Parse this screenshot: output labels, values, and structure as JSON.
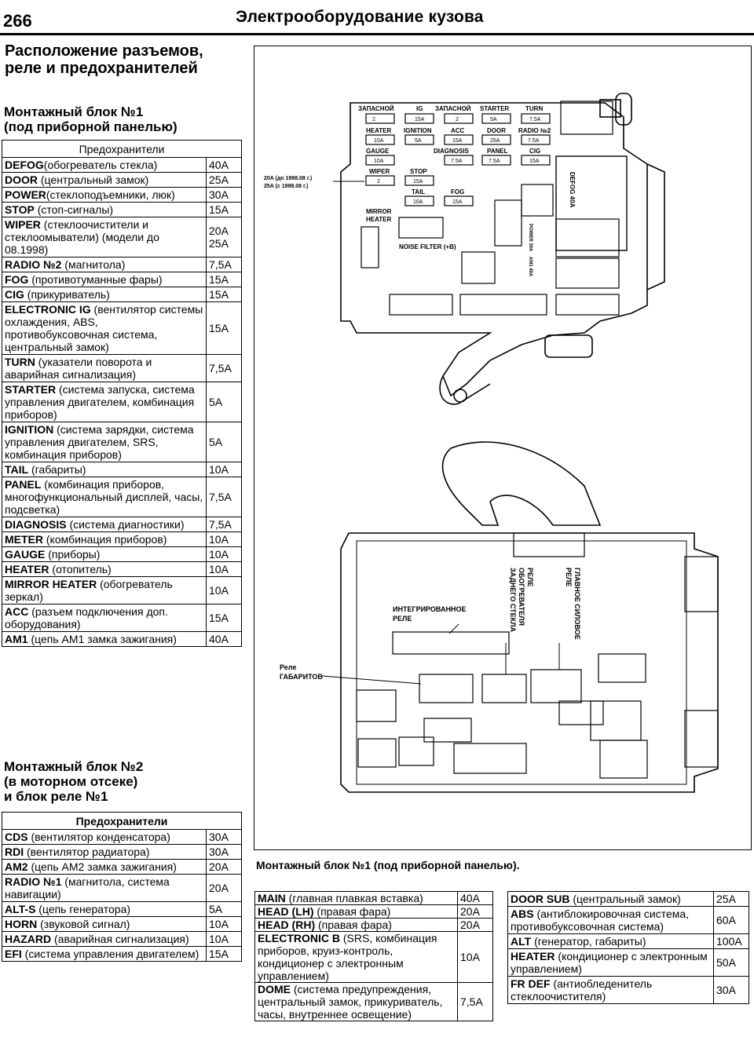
{
  "header": {
    "page_number": "266",
    "title": "Электрооборудование кузова"
  },
  "section_title": "Расположение разъемов, реле и предохранителей",
  "block1": {
    "title_line1": "Монтажный блок №1",
    "title_line2": "(под приборной панелью)",
    "table_header": "Предохранители",
    "rows": [
      {
        "code": "DEFOG",
        "desc": "(обогреватель стекла)",
        "amp": "40A"
      },
      {
        "code": "DOOR",
        "desc": " (центральный замок)",
        "amp": "25A"
      },
      {
        "code": "POWER",
        "desc": "(стеклоподъемники, люк)",
        "amp": "30A"
      },
      {
        "code": "STOP",
        "desc": " (стоп-сигналы)",
        "amp": "15A"
      },
      {
        "code": "WIPER",
        "desc": " (стеклоочистители и стеклоомыватели) (модели до 08.1998)",
        "amp": "20A 25A"
      },
      {
        "code": "RADIO №2",
        "desc": " (магнитола)",
        "amp": "7,5A"
      },
      {
        "code": "FOG",
        "desc": " (противотуманные фары)",
        "amp": "15A"
      },
      {
        "code": "CIG",
        "desc": " (прикуриватель)",
        "amp": "15A"
      },
      {
        "code": "ELECTRONIC IG",
        "desc": " (вентилятор системы охлаждения, ABS, противобуксовочная система, центральный замок)",
        "amp": "15A"
      },
      {
        "code": "TURN",
        "desc": " (указатели поворота и аварийная сигнализация)",
        "amp": "7,5A"
      },
      {
        "code": "STARTER",
        "desc": " (система запуска, система управления двигателем, комбинация приборов)",
        "amp": "5A"
      },
      {
        "code": "IGNITION",
        "desc": " (система зарядки, система управления двигателем, SRS, комбинация приборов)",
        "amp": "5A"
      },
      {
        "code": "TAIL",
        "desc": " (габариты)",
        "amp": "10A"
      },
      {
        "code": "PANEL",
        "desc": " (комбинация приборов, многофункциональный дисплей, часы, подсветка)",
        "amp": "7,5A"
      },
      {
        "code": "DIAGNOSIS",
        "desc": " (система диагностики)",
        "amp": "7,5A"
      },
      {
        "code": "METER",
        "desc": " (комбинация приборов)",
        "amp": "10A"
      },
      {
        "code": "GAUGE",
        "desc": " (приборы)",
        "amp": "10A"
      },
      {
        "code": "HEATER",
        "desc": " (отопитель)",
        "amp": "10A"
      },
      {
        "code": "MIRROR HEATER",
        "desc": " (обогреватель зеркал)",
        "amp": "10A"
      },
      {
        "code": "ACC",
        "desc": " (разъем подключения доп. оборудования)",
        "amp": "15A"
      },
      {
        "code": "AM1",
        "desc": " (цепь AM1 замка зажигания)",
        "amp": "40A"
      }
    ]
  },
  "block2": {
    "title_line1": "Монтажный блок №2",
    "title_line2": "(в моторном отсеке)",
    "title_line3": "и блок реле №1",
    "table_header": "Предохранители",
    "rows": [
      {
        "code": "CDS",
        "desc": " (вентилятор конденсатора)",
        "amp": "30A"
      },
      {
        "code": "RDI",
        "desc": " (вентилятор радиатора)",
        "amp": "30A"
      },
      {
        "code": "AM2",
        "desc": " (цепь AM2 замка зажигания)",
        "amp": "20A"
      },
      {
        "code": "RADIO №1",
        "desc": " (магнитола, система навигации)",
        "amp": "20A"
      },
      {
        "code": "ALT-S",
        "desc": " (цепь генератора)",
        "amp": "5A"
      },
      {
        "code": "HORN",
        "desc": " (звуковой сигнал)",
        "amp": "10A"
      },
      {
        "code": "HAZARD",
        "desc": " (аварийная сигнализация)",
        "amp": "10A"
      },
      {
        "code": "EFI",
        "desc": " (система управления двигателем)",
        "amp": "15A"
      }
    ]
  },
  "bottom_mid": [
    {
      "code": "MAIN",
      "desc": " (главная плавкая вставка)",
      "amp": "40A"
    },
    {
      "code": "HEAD (LH)",
      "desc": " (правая фара)",
      "amp": "20A"
    },
    {
      "code": "HEAD (RH)",
      "desc": " (правая фара)",
      "amp": "20A"
    },
    {
      "code": "ELECTRONIC B",
      "desc": " (SRS, комбинация приборов, круиз-контроль, кондиционер с электронным управлением)",
      "amp": "10A"
    },
    {
      "code": "DOME",
      "desc": " (система предупреждения, центральный замок, прикуриватель, часы, внутреннее освещение)",
      "amp": "7,5A"
    }
  ],
  "bottom_right": [
    {
      "code": "DOOR SUB",
      "desc": " (центральный замок)",
      "amp": "25A"
    },
    {
      "code": "ABS",
      "desc": " (антиблокировочная система, противобуксовочная система)",
      "amp": "60A"
    },
    {
      "code": "ALT",
      "desc": " (генератор, габариты)",
      "amp": "100A"
    },
    {
      "code": "HEATER",
      "desc": " (кондиционер с электронным управлением)",
      "amp": "50A"
    },
    {
      "code": "FR DEF",
      "desc": " (антиобледенитель стеклоочистителя)",
      "amp": "30A"
    }
  ],
  "diagram": {
    "caption": "Монтажный блок №1 (под приборной панелью).",
    "fuse_labels": [
      "ЗАПАСНОЙ",
      "IG",
      "ЗАПАСНОЙ",
      "STARTER",
      "TURN",
      "HEATER",
      "IGNITION",
      "ACC",
      "DOOR",
      "RADIO №2",
      "GAUGE",
      "DIAGNOSIS",
      "PANEL",
      "CIG",
      "WIPER",
      "STOP",
      "TAIL",
      "FOG",
      "MIRROR",
      "HEATER"
    ],
    "fuse_values": [
      "2",
      "15A",
      "2",
      "5A",
      "7.5A",
      "10A",
      "5A",
      "15A",
      "25A",
      "7.5A",
      "10A",
      "7.5A",
      "7.5A",
      "15A",
      "2",
      "15A",
      "10A",
      "15A"
    ],
    "wiper_note_1": "20A (до 1998.08 г.)",
    "wiper_note_2": "25A (с 1998.08 г.)",
    "defog_label": "DEFOG 40A",
    "noise_filter": "NOISE FILTER (+B)",
    "power_label": "POWER 30A",
    "am1_label": "AM1 40A",
    "relay_integrated_1": "ИНТЕГРИРОВАННОЕ",
    "relay_integrated_2": "РЕЛЕ",
    "relay_tail_1": "Реле",
    "relay_tail_2": "ГАБАРИТОВ",
    "relay_defogger_1": "РЕЛЕ",
    "relay_defogger_2": "ОБОГРЕВАТЕЛЯ",
    "relay_defogger_3": "ЗАДНЕГО СТЕКЛА",
    "relay_main_1": "ГЛАВНОЕ СИЛОВОЕ",
    "relay_main_2": "РЕЛЕ"
  }
}
